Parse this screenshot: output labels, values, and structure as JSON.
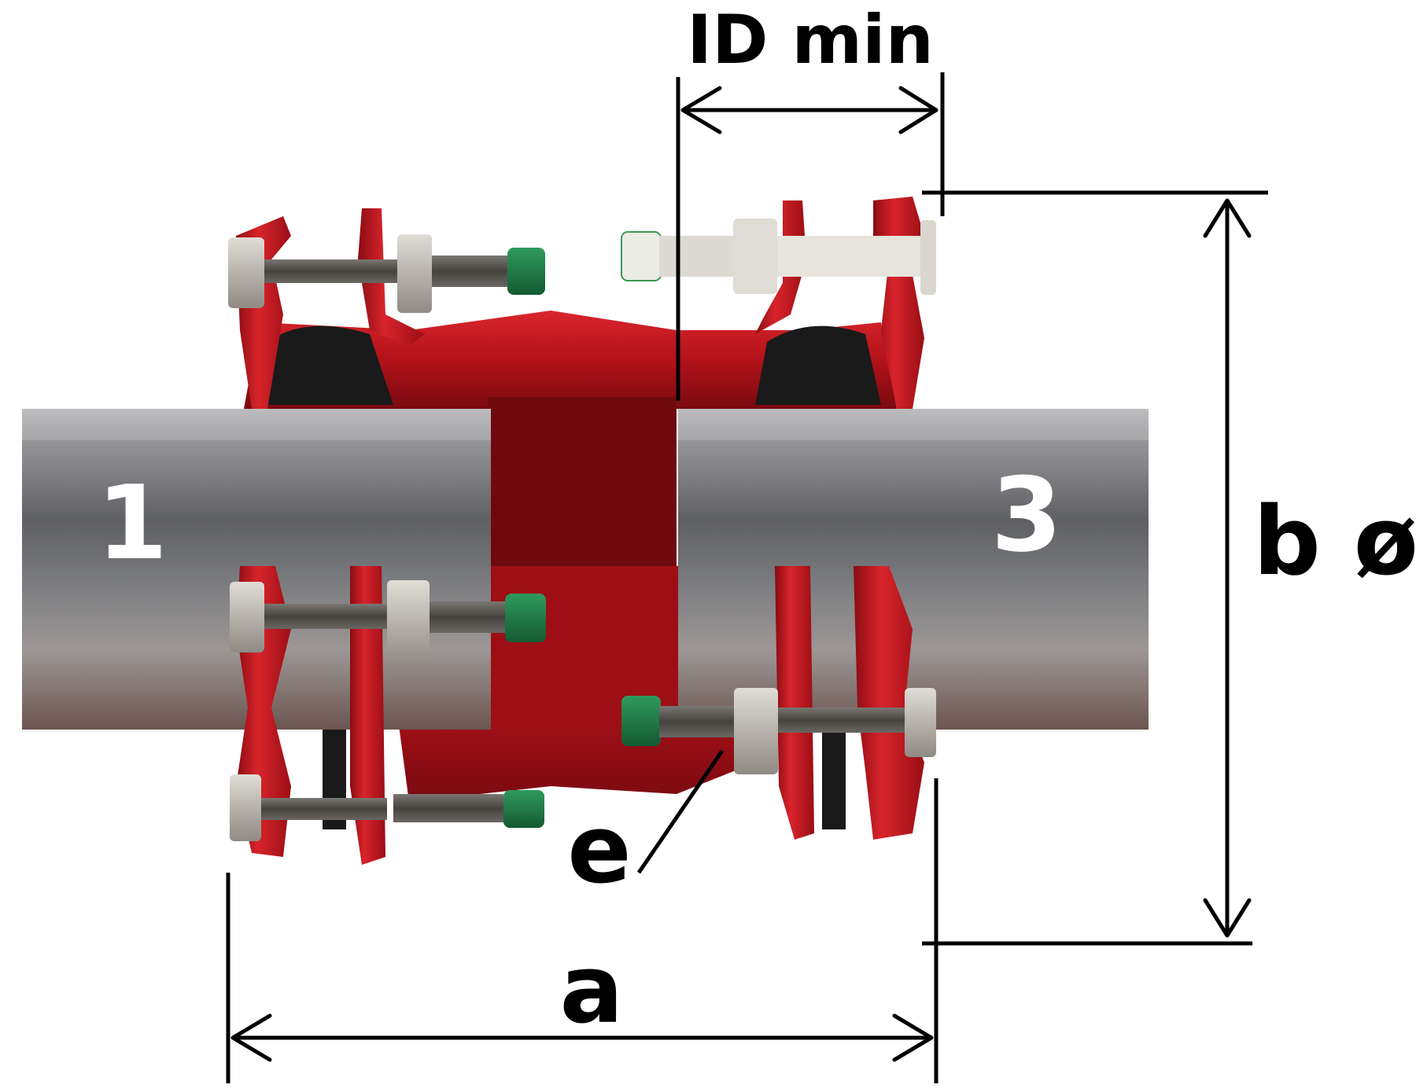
{
  "labels": {
    "id_min": "ID min",
    "pipe_left": "1",
    "pipe_right": "3",
    "dim_b": "b ø",
    "dim_e": "e",
    "dim_a": "a"
  },
  "colors": {
    "coupling_red": "#c0141c",
    "coupling_dark": "#6e0a0e",
    "pipe_gray": "#8a8a8c",
    "bolt_steel": "#b5b1aa",
    "bolt_thread": "#55524f",
    "bolt_tip_green": "#1e7a45",
    "gasket_black": "#1a1a1a",
    "dimension_black": "#000000"
  }
}
